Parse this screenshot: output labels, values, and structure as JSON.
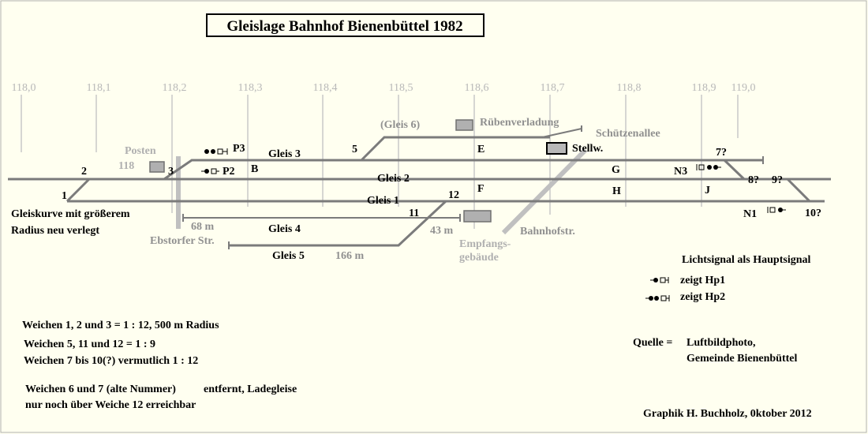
{
  "title": "Gleislage Bahnhof Bienenbüttel 1982",
  "km_labels": [
    "118,0",
    "118,1",
    "118,2",
    "118,3",
    "118,4",
    "118,5",
    "118,6",
    "118,7",
    "118,8",
    "118,9",
    "119,0"
  ],
  "tracks": {
    "gleis1": "Gleis 1",
    "gleis2": "Gleis 2",
    "gleis3": "Gleis 3",
    "gleis4": "Gleis 4",
    "gleis5": "Gleis 5",
    "gleis6": "(Gleis 6)"
  },
  "switches": {
    "w1": "1",
    "w2": "2",
    "w3": "3",
    "w5": "5",
    "w11": "11",
    "w12": "12",
    "w7": "7?",
    "w8": "8?",
    "w9": "9?",
    "w10": "10?"
  },
  "signals": {
    "p3": "P3",
    "p2": "P2",
    "n3": "N3",
    "n1": "N1"
  },
  "block_letters": {
    "b": "B",
    "e": "E",
    "f": "F",
    "g": "G",
    "h": "H",
    "j": "J"
  },
  "lengths": {
    "gleis4": "68 m",
    "gleis1_stub": "43 m",
    "gleis5": "166 m"
  },
  "buildings": {
    "posten_name": "Posten",
    "posten_num": "118",
    "ruebenverladung": "Rübenverladung",
    "stellwerk": "Stellw.",
    "empfang_line1": "Empfangs-",
    "empfang_line2": "gebäude"
  },
  "streets": {
    "schuetzenallee": "Schützenallee",
    "ebstorfer": "Ebstorfer Str.",
    "bahnhofstr": "Bahnhofstr."
  },
  "notes": {
    "kurve_line1": "Gleiskurve mit größerem",
    "kurve_line2": "Radius neu verlegt",
    "weichen_line1": "Weichen 1, 2 und 3 = 1 : 12, 500 m Radius",
    "weichen_line2": "Weichen  5, 11 und 12 = 1 : 9",
    "weichen_line3": "Weichen 7 bis 10(?) vermutlich 1 : 12",
    "removed_line1": "Weichen 6 und 7  (alte Nummer)",
    "removed_line1b": "entfernt, Ladegleise",
    "removed_line2": "nur noch über Weiche 12 erreichbar"
  },
  "legend": {
    "heading": "Lichtsignal als Hauptsignal",
    "hp1": "zeigt Hp1",
    "hp2": "zeigt Hp2"
  },
  "source": {
    "label": "Quelle =",
    "line1": "Luftbildphoto,",
    "line2": "Gemeinde Bienenbüttel"
  },
  "credit": "Graphik H. Buchholz, 0ktober 2012"
}
